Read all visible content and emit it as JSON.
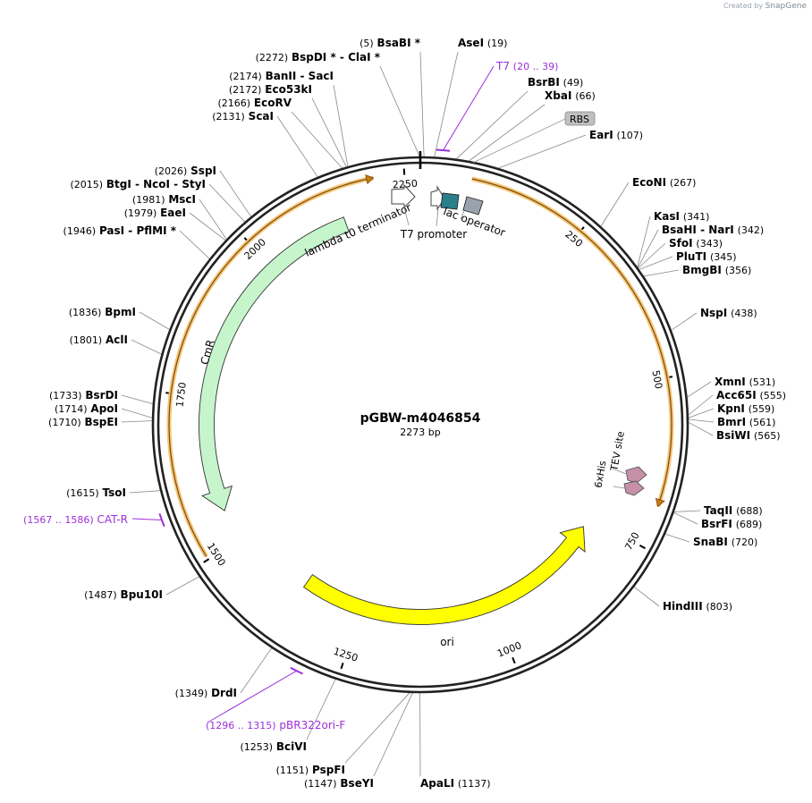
{
  "credit": {
    "prefix": "Created by",
    "brand": "SnapGene"
  },
  "plasmid": {
    "name": "pGBW-m4046854",
    "size_label": "2273 bp",
    "length": 2273
  },
  "ruler_ticks": [
    {
      "pos": 250,
      "label": "250"
    },
    {
      "pos": 500,
      "label": "500"
    },
    {
      "pos": 750,
      "label": "750"
    },
    {
      "pos": 1000,
      "label": "1000"
    },
    {
      "pos": 1250,
      "label": "1250"
    },
    {
      "pos": 1500,
      "label": "1500"
    },
    {
      "pos": 1750,
      "label": "1750"
    },
    {
      "pos": 2000,
      "label": "2000"
    },
    {
      "pos": 2250,
      "label": "2250"
    }
  ],
  "features": [
    {
      "name": "lambda t0 terminator",
      "color": "#ffffff",
      "start": 2175,
      "end": 2210,
      "direction": "forward",
      "kind": "terminator"
    },
    {
      "name": "T7 promoter",
      "color": "#ffffff",
      "start": 2270,
      "end": 19,
      "direction": "forward",
      "kind": "promoter"
    },
    {
      "name": "lac operator",
      "color": "#9aa3ad",
      "start": 38,
      "end": 62,
      "direction": "none",
      "kind": "box"
    },
    {
      "name": "",
      "color": "#2a7f8c",
      "start": 20,
      "end": 37,
      "direction": "none",
      "kind": "box"
    },
    {
      "name": "RBS",
      "color": "#c0c0c0",
      "kind": "label"
    },
    {
      "name": "CmR",
      "color": "#c6f5cc",
      "start": 1555,
      "end": 2145,
      "direction": "reverse",
      "kind": "cds"
    },
    {
      "name": "ori",
      "color": "#ffff00",
      "start": 770,
      "end": 1362,
      "direction": "reverse",
      "kind": "cds"
    },
    {
      "name": "6xHis",
      "color": "#c690a8",
      "start": 628,
      "end": 640,
      "direction": "forward",
      "kind": "tag"
    },
    {
      "name": "TEV site",
      "color": "#c690a8",
      "start": 610,
      "end": 626,
      "direction": "forward",
      "kind": "tag"
    }
  ],
  "orf_arcs": [
    {
      "start": 75,
      "end": 688,
      "direction": "forward"
    },
    {
      "start": 1505,
      "end": 2205,
      "direction": "forward"
    }
  ],
  "primers": [
    {
      "name": "T7",
      "range": "(20 .. 39)",
      "pos": 30
    },
    {
      "name": "CAT-R",
      "range": "(1567 .. 1586)",
      "pos": 1577
    },
    {
      "name": "pBR322ori-F",
      "range": "(1296 .. 1315)",
      "pos": 1305
    }
  ],
  "enzymes": [
    {
      "text": "BsaBI *",
      "num": "(5)",
      "pos": 5
    },
    {
      "text": "AseI",
      "num": "(19)",
      "pos": 19
    },
    {
      "text": "BsrBI",
      "num": "(49)",
      "pos": 49
    },
    {
      "text": "XbaI",
      "num": "(66)",
      "pos": 66
    },
    {
      "text": "EarI",
      "num": "(107)",
      "pos": 107
    },
    {
      "text": "EcoNI",
      "num": "(267)",
      "pos": 267
    },
    {
      "text": "KasI",
      "num": "(341)",
      "pos": 341
    },
    {
      "text": "BsaHI  -  NarI",
      "num": "(342)",
      "pos": 342
    },
    {
      "text": "SfoI",
      "num": "(343)",
      "pos": 343
    },
    {
      "text": "PluTI",
      "num": "(345)",
      "pos": 345
    },
    {
      "text": "BmgBI",
      "num": "(356)",
      "pos": 356
    },
    {
      "text": "NspI",
      "num": "(438)",
      "pos": 438
    },
    {
      "text": "XmnI",
      "num": "(531)",
      "pos": 531
    },
    {
      "text": "Acc65I",
      "num": "(555)",
      "pos": 555
    },
    {
      "text": "KpnI",
      "num": "(559)",
      "pos": 559
    },
    {
      "text": "BmrI",
      "num": "(561)",
      "pos": 561
    },
    {
      "text": "BsiWI",
      "num": "(565)",
      "pos": 565
    },
    {
      "text": "TaqII",
      "num": "(688)",
      "pos": 688
    },
    {
      "text": "BsrFI",
      "num": "(689)",
      "pos": 689
    },
    {
      "text": "SnaBI",
      "num": "(720)",
      "pos": 720
    },
    {
      "text": "HindIII",
      "num": "(803)",
      "pos": 803
    },
    {
      "text": "ApaLI",
      "num": "(1137)",
      "pos": 1137
    },
    {
      "text": "BseYI",
      "num": "(1147)",
      "pos": 1147
    },
    {
      "text": "PspFI",
      "num": "(1151)",
      "pos": 1151
    },
    {
      "text": "BciVI",
      "num": "(1253)",
      "pos": 1253
    },
    {
      "text": "DrdI",
      "num": "(1349)",
      "pos": 1349
    },
    {
      "text": "Bpu10I",
      "num": "(1487)",
      "pos": 1487
    },
    {
      "text": "TsoI",
      "num": "(1615)",
      "pos": 1615
    },
    {
      "text": "BspEI",
      "num": "(1710)",
      "pos": 1710
    },
    {
      "text": "ApoI",
      "num": "(1714)",
      "pos": 1714
    },
    {
      "text": "BsrDI",
      "num": "(1733)",
      "pos": 1733
    },
    {
      "text": "AclI",
      "num": "(1801)",
      "pos": 1801
    },
    {
      "text": "BpmI",
      "num": "(1836)",
      "pos": 1836
    },
    {
      "text": "PasI  -  PflMI *",
      "num": "(1946)",
      "pos": 1946
    },
    {
      "text": "EaeI",
      "num": "(1979)",
      "pos": 1979
    },
    {
      "text": "MscI",
      "num": "(1981)",
      "pos": 1981
    },
    {
      "text": "BtgI  -  NcoI  -  StyI",
      "num": "(2015)",
      "pos": 2015
    },
    {
      "text": "SspI",
      "num": "(2026)",
      "pos": 2026
    },
    {
      "text": "ScaI",
      "num": "(2131)",
      "pos": 2131
    },
    {
      "text": "EcoRV",
      "num": "(2166)",
      "pos": 2166
    },
    {
      "text": "Eco53kI",
      "num": "(2172)",
      "pos": 2172
    },
    {
      "text": "BanII  -  SacI",
      "num": "(2174)",
      "pos": 2174
    },
    {
      "text": "BspDI *  -  ClaI *",
      "num": "(2272)",
      "pos": 2272
    }
  ]
}
